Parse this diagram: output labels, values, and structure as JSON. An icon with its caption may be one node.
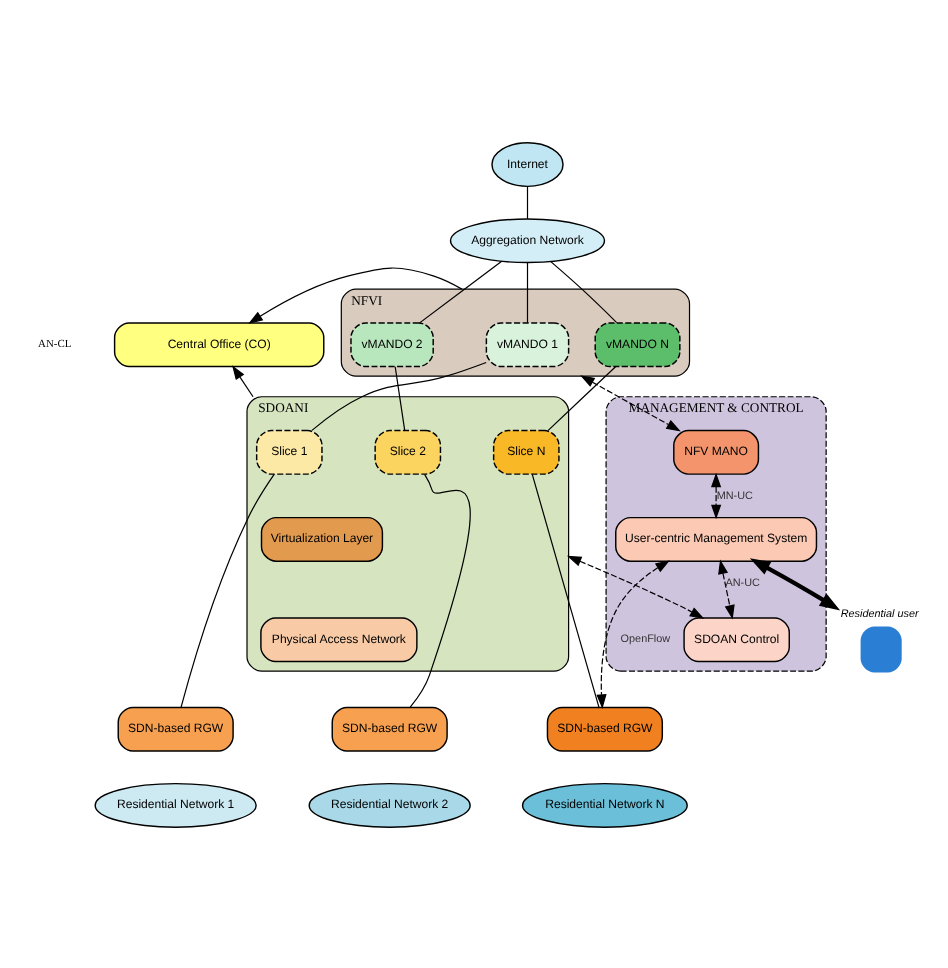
{
  "diagram": {
    "nodes": [
      {
        "text": [
          "Internet"
        ]
      },
      {
        "text": [
          "Aggregation Network"
        ]
      },
      {
        "text": [
          "Central Office (CO)"
        ]
      },
      {
        "text": [
          "NFVI"
        ]
      },
      {
        "text": [
          "vMANDO 1"
        ],
        "in": 3
      },
      {
        "text": [
          "vMANDO N"
        ],
        "in": 3
      },
      {
        "text": [
          "vMANDO 2"
        ],
        "in": 3
      },
      {
        "text": [
          "SDOANI"
        ]
      },
      {
        "text": [
          "Slice 1"
        ],
        "in": 7
      },
      {
        "text": [
          "Slice 2"
        ],
        "in": 7
      },
      {
        "text": [
          "Slice N"
        ],
        "in": 7
      },
      {
        "text": [
          "Virtualization Layer"
        ],
        "in": 7
      },
      {
        "text": [
          "Physical Access Network"
        ],
        "in": 7
      },
      {
        "text": [
          "MANAGEMENT & CONTROL"
        ]
      },
      {
        "text": [
          "NFV MANO"
        ],
        "in": 13
      },
      {
        "text": [
          "User-centric Management System"
        ],
        "in": 13
      },
      {
        "text": [
          "SDOAN Control"
        ],
        "in": 13
      },
      {
        "text": [],
        "shape": "person",
        "beside": [
          "Residential user"
        ]
      },
      {
        "text": [
          "SDN-based RGW"
        ]
      },
      {
        "text": [
          "Residential Network 1"
        ]
      },
      {
        "text": [
          "SDN-based RGW"
        ]
      },
      {
        "text": [
          "Residential Network 2"
        ]
      },
      {
        "text": [
          "SDN-based RGW"
        ]
      },
      {
        "text": [
          "Residential Network N"
        ]
      }
    ],
    "edges": [
      {
        "from": 0,
        "to": 1,
        "arrow": "none"
      },
      {
        "from": 1,
        "to": 4,
        "arrow": "none"
      },
      {
        "from": 1,
        "to": 6,
        "arrow": "none"
      },
      {
        "from": 1,
        "to": 5,
        "arrow": "none"
      },
      {
        "from": 4,
        "to": 8,
        "arrow": "none"
      },
      {
        "from": 6,
        "to": 9,
        "arrow": "none"
      },
      {
        "from": 5,
        "to": 10,
        "arrow": "none"
      },
      {
        "from": 8,
        "to": 18,
        "arrow": "none"
      },
      {
        "from": 9,
        "to": 20,
        "arrow": "none"
      },
      {
        "from": 10,
        "to": 22,
        "arrow": "none"
      },
      {
        "from": 3,
        "to": 2,
        "arrow": "to"
      },
      {
        "from": 7,
        "to": 2,
        "arrow": "to"
      },
      {
        "from": 3,
        "to": 14,
        "arrow": "both",
        "style": "dashed"
      },
      {
        "from": 7,
        "to": 16,
        "arrow": "both",
        "style": "dashed"
      },
      {
        "from": 14,
        "to": 15,
        "arrow": "both",
        "style": "dashed",
        "label": "MN-UC"
      },
      {
        "from": 15,
        "to": 16,
        "arrow": "both",
        "style": "dashed",
        "label": "AN-UC"
      },
      {
        "from": 15,
        "to": 22,
        "arrow": "both",
        "style": "dashed",
        "label": "OpenFlow"
      },
      {
        "from": 15,
        "to": 17,
        "arrow": "both",
        "style": "thick"
      }
    ],
    "labels": [
      "AN-CL"
    ]
  }
}
